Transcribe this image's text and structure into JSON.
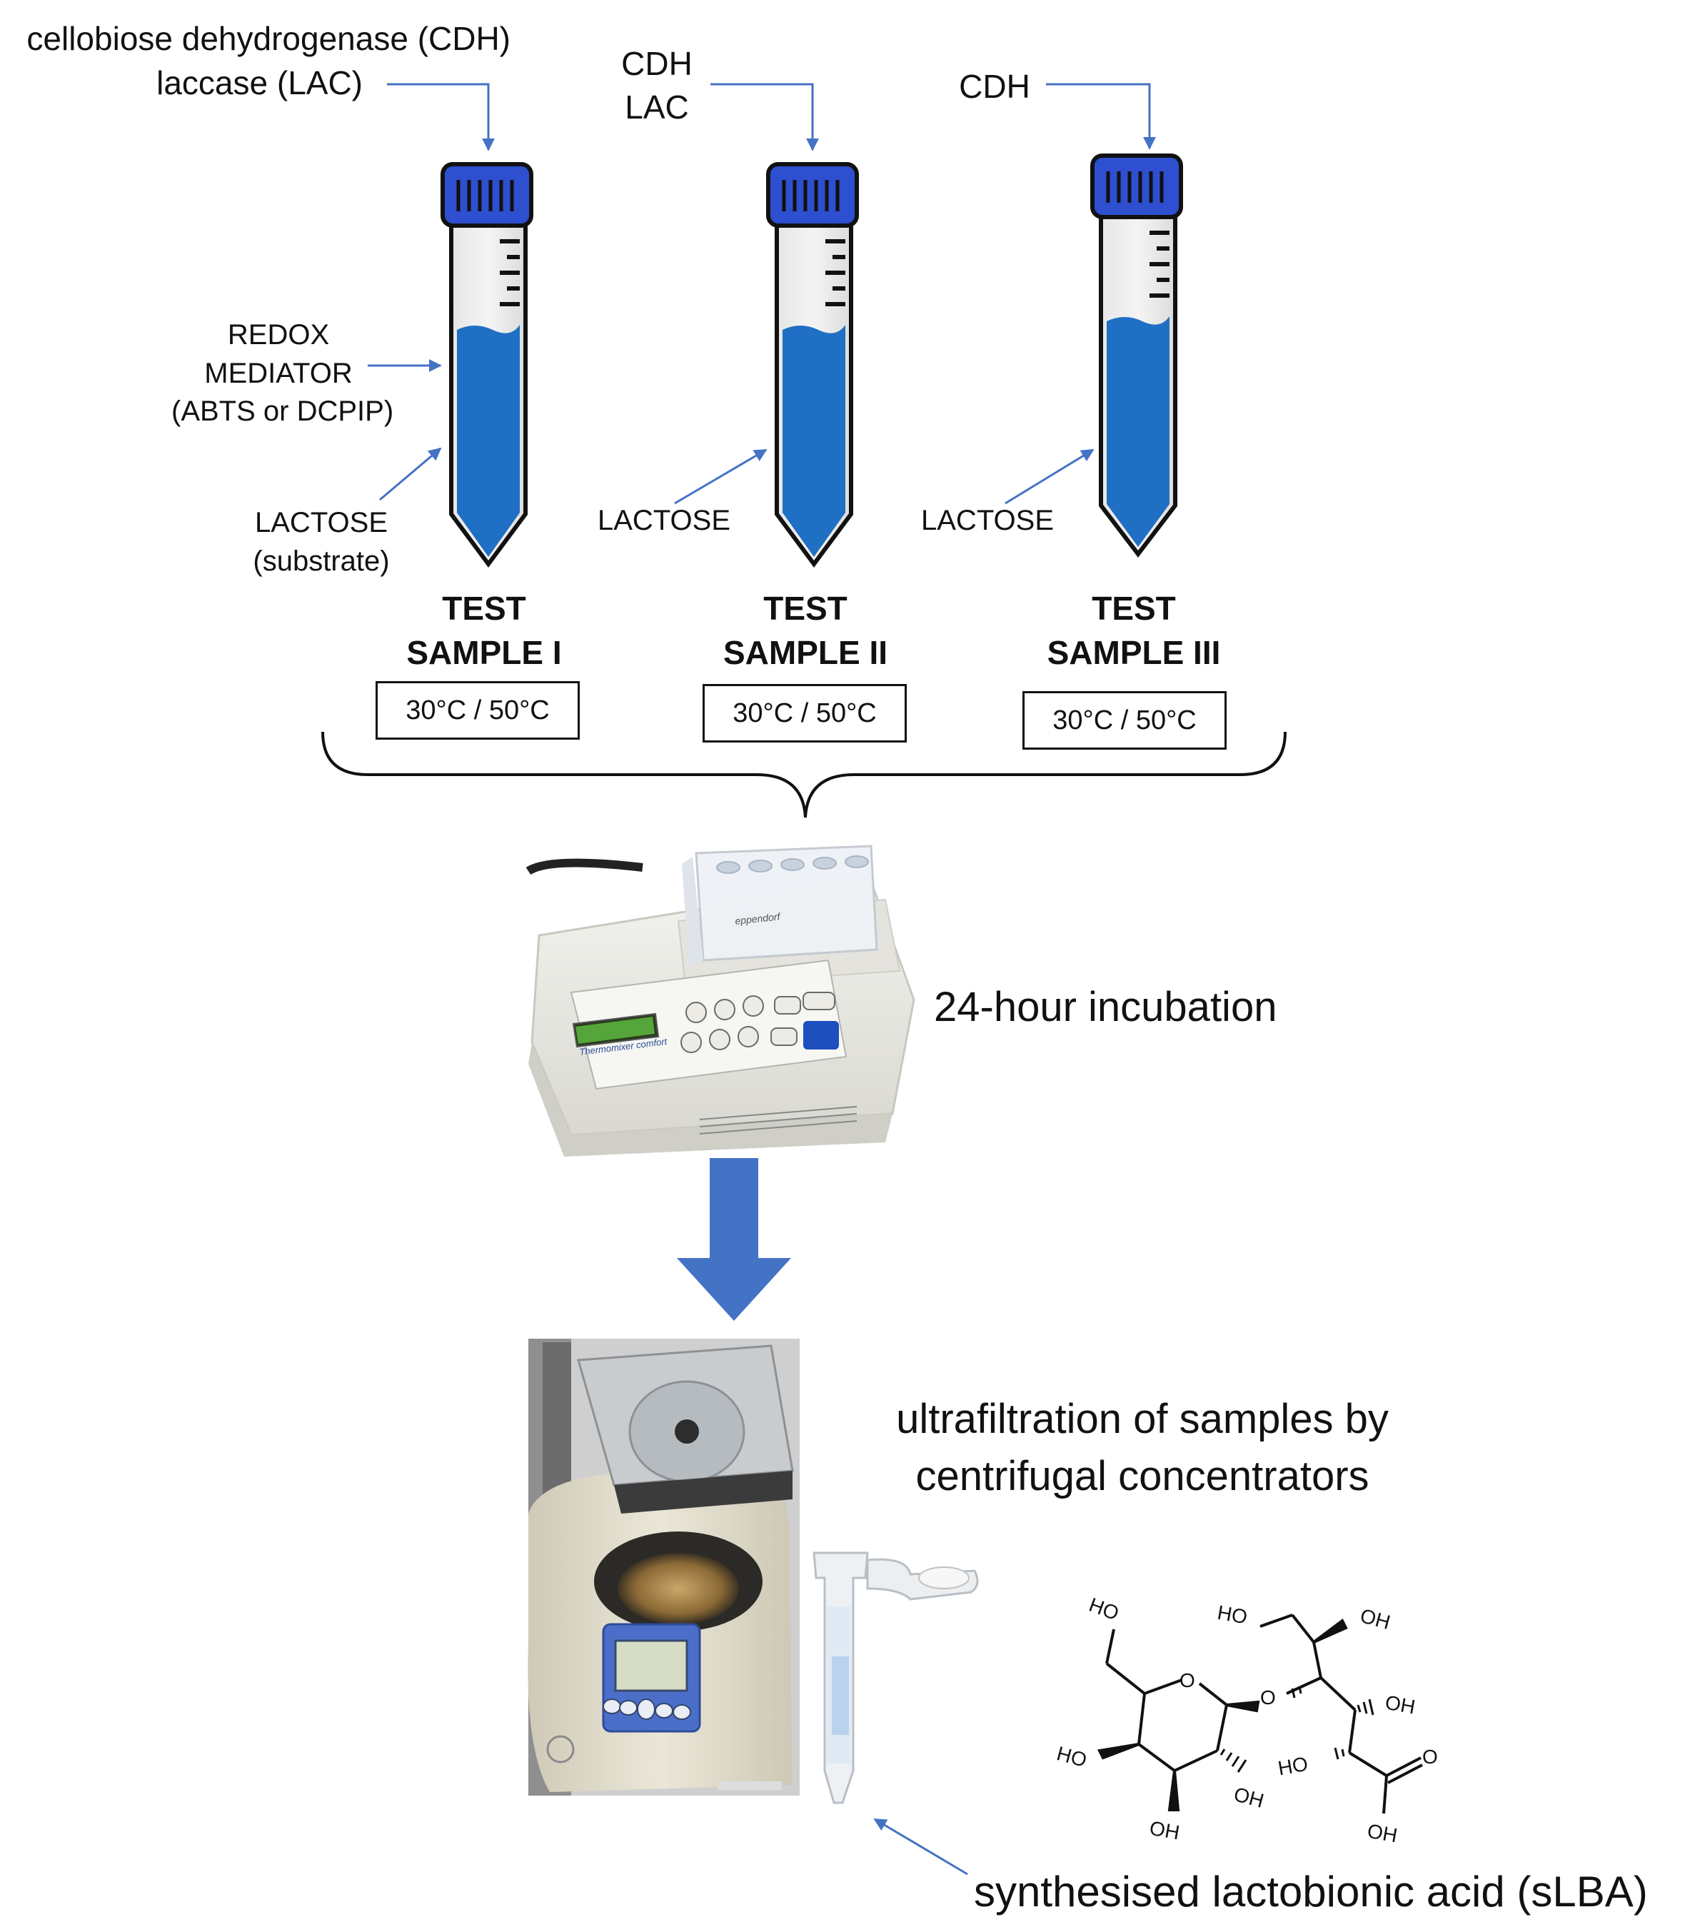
{
  "labels": {
    "cdh_full": "cellobiose dehydrogenase (CDH)",
    "lac_full": "laccase (LAC)",
    "cdh": "CDH",
    "lac": "LAC",
    "redox_1": "REDOX",
    "redox_2": "MEDIATOR",
    "redox_3": "(ABTS or DCPIP)",
    "lactose": "LACTOSE",
    "substrate": "(substrate)"
  },
  "samples": [
    {
      "line1": "TEST",
      "line2": "SAMPLE I",
      "temp": "30°C / 50°C"
    },
    {
      "line1": "TEST",
      "line2": "SAMPLE II",
      "temp": "30°C / 50°C"
    },
    {
      "line1": "TEST",
      "line2": "SAMPLE III",
      "temp": "30°C / 50°C"
    }
  ],
  "steps": {
    "incubation": "24-hour incubation",
    "ultra_1": "ultrafiltration of samples by",
    "ultra_2": "centrifugal concentrators",
    "product": "synthesised lactobionic acid (sLBA)"
  },
  "device_text": {
    "brand": "eppendorf",
    "model": "Thermomixer comfort"
  },
  "molecule_labels": {
    "ho1": "HO",
    "ho2": "HO",
    "ho3": "HO",
    "ho4": "HO",
    "oh1": "OH",
    "oh2": "OH",
    "oh3": "OH",
    "oh4": "OH",
    "oh5": "OH",
    "o_ring": "O",
    "o_link": "O",
    "o_acid": "O"
  },
  "colors": {
    "tube_liquid": "#1f6fc4",
    "cap": "#2e4fcf",
    "arrow": "#4472c4",
    "big_arrow": "#4472c4"
  }
}
